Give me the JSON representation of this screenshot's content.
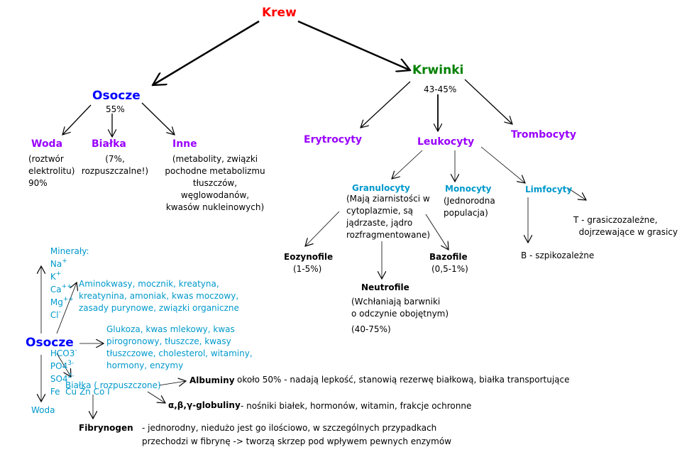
{
  "root": {
    "title": "Krew"
  },
  "osocze": {
    "title": "Osocze",
    "percent": "55%"
  },
  "krwinki": {
    "title": "Krwinki",
    "percent": "43-45%"
  },
  "woda": {
    "title": "Woda",
    "desc": "(roztwór\nelektrolitu)\n90%"
  },
  "bialka": {
    "title": "Białka",
    "desc": "(7%,\nrozpuszczalne!)"
  },
  "inne": {
    "title": "Inne",
    "desc": "(metabolity, związki\npochodne metabolizmu\ntłuszczów,\nwęglowodanów,\nkwasów nukleinowych)"
  },
  "erytrocyty": {
    "title": "Erytrocyty"
  },
  "leukocyty": {
    "title": "Leukocyty"
  },
  "trombocyty": {
    "title": "Trombocyty"
  },
  "granulocyty": {
    "title": "Granulocyty",
    "desc": "(Mają ziarnistości w\ncytoplazmie, są\njądrzaste, jądro\nrozfragmentowane)"
  },
  "monocyty": {
    "title": "Monocyty",
    "desc": "(Jednorodna\npopulacja)"
  },
  "limfocyty": {
    "title": "Limfocyty"
  },
  "limf_t": {
    "text": "T - grasiczozależne,\n  dojrzewające w grasicy"
  },
  "limf_b": {
    "text": "B - szpikozależne"
  },
  "eozynofile": {
    "title": "Eozynofile",
    "percent": "(1-5%)"
  },
  "bazofile": {
    "title": "Bazofile",
    "percent": "(0,5-1%)"
  },
  "neutrofile": {
    "title": "Neutrofile",
    "desc": "(Wchłaniają barwniki\no odczynie obojętnym)",
    "percent": "(40-75%)"
  },
  "mineraly": {
    "label": "Minerały:",
    "line1": [
      {
        "sym": "Na",
        "ch": "+"
      },
      {
        "sym": "K",
        "ch": "+"
      },
      {
        "sym": "Ca",
        "ch": "++"
      },
      {
        "sym": "Mg",
        "ch": "++"
      },
      {
        "sym": "Cl",
        "ch": "-"
      }
    ],
    "line2": [
      {
        "sym": "HCO3",
        "ch": "-"
      },
      {
        "sym": "PO4",
        "ch": "3-"
      },
      {
        "sym": "SO4",
        "ch": "2-"
      },
      {
        "sym": "Fe  Cu Zn Co I",
        "ch": ""
      }
    ]
  },
  "osocze2": {
    "title": "Osocze"
  },
  "woda2": {
    "title": "Woda"
  },
  "aminokwasy": {
    "text": "Aminokwasy, mocznik, kreatyna,\nkreatynina, amoniak, kwas moczowy,\nzasady purynowe, związki organiczne"
  },
  "glukoza": {
    "text": "Glukoza, kwas mlekowy, kwas\npirogronowy, tłuszcze, kwasy\ntłuszczowe, cholesterol, witaminy,\nhormony, enzymy"
  },
  "bialka2": {
    "title": "Białka ( rozpuszczone)"
  },
  "albuminy": {
    "title": "Albuminy",
    "desc": "około 50% - nadają lepkość, stanowią rezerwę białkową, białka transportujące"
  },
  "globuliny": {
    "title": "α,β,γ-globuliny",
    "desc": "- nośniki białek, hormonów, witamin, frakcje ochronne"
  },
  "fibrynogen": {
    "title": "Fibrynogen",
    "desc": "- jednorodny, niedużo jest go ilościowo, w szczególnych przypadkach\nprzechodzi w fibrynę -> tworzą skrzep pod wpływem pewnych enzymów"
  },
  "colors": {
    "red": "#ff0000",
    "green": "#008000",
    "blue": "#0000ff",
    "purple": "#9900ff",
    "lightblue": "#0099cc"
  }
}
